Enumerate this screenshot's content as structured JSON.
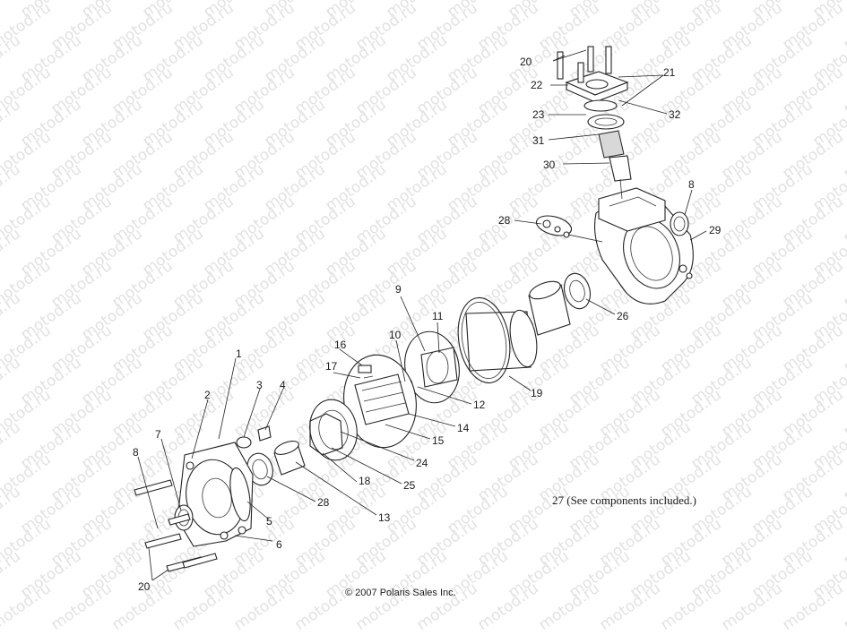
{
  "watermark_text": "motod.ru",
  "callouts": [
    "1",
    "2",
    "3",
    "4",
    "5",
    "6",
    "7",
    "8",
    "8",
    "9",
    "10",
    "11",
    "12",
    "13",
    "14",
    "15",
    "16",
    "17",
    "18",
    "19",
    "20",
    "20",
    "21",
    "22",
    "23",
    "24",
    "25",
    "26",
    "27",
    "28",
    "28",
    "29",
    "30",
    "31",
    "32"
  ],
  "note_27": "27 (See components included.)",
  "copyright": "© 2007 Polaris Sales Inc."
}
